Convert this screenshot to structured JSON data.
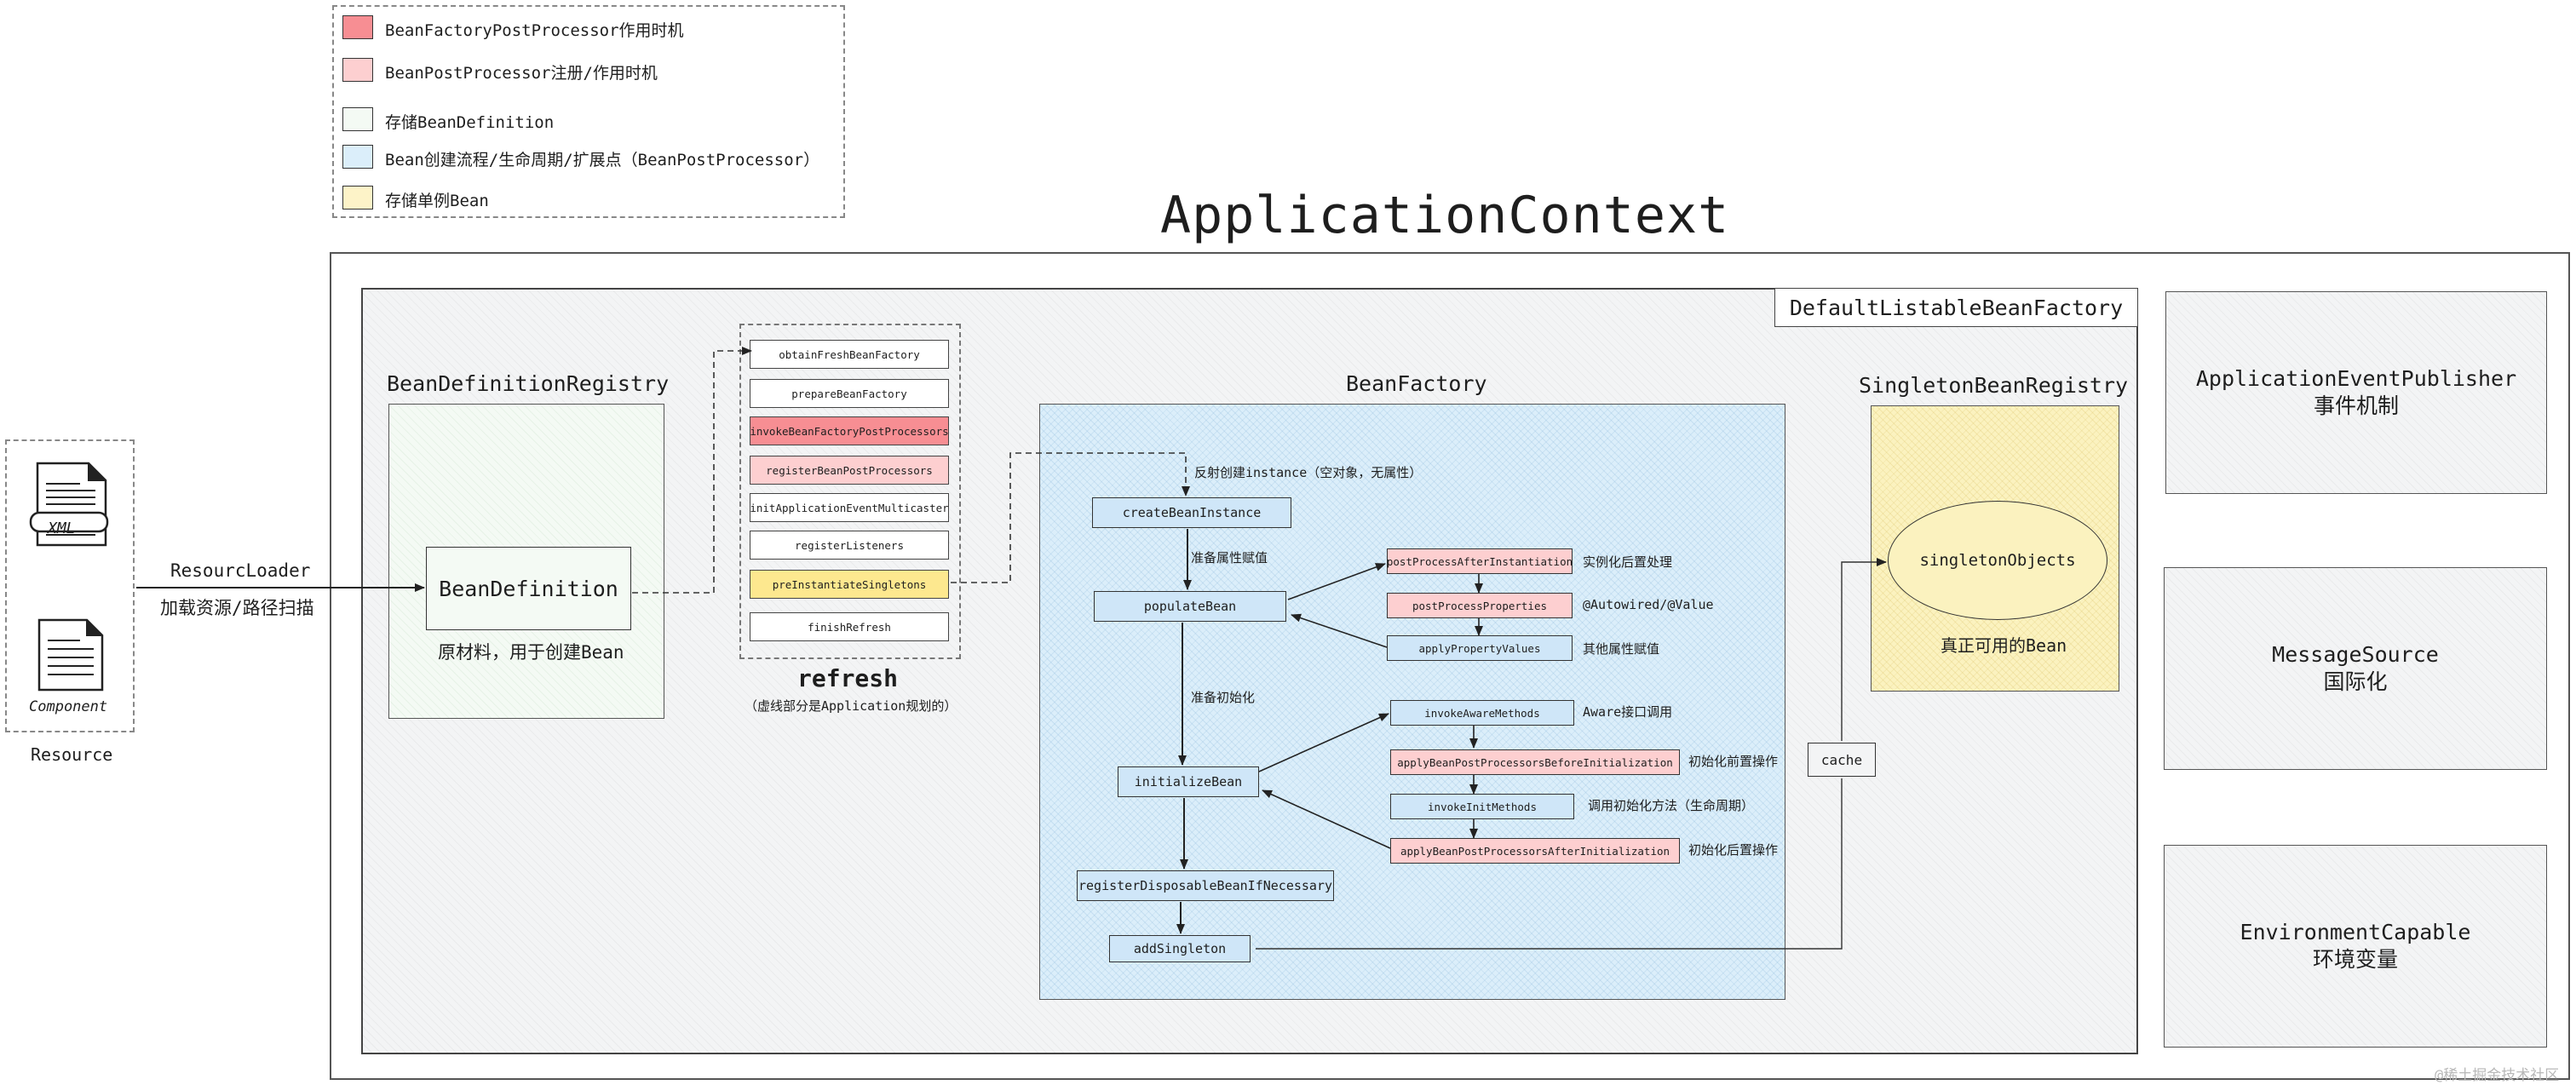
{
  "legend": {
    "items": [
      {
        "color": "#f78e93",
        "label": "BeanFactoryPostProcessor作用时机"
      },
      {
        "color": "#fdcfd0",
        "label": "BeanPostProcessor注册/作用时机"
      },
      {
        "color": "#f4faf4",
        "label": "存储BeanDefinition"
      },
      {
        "color": "#dbeefa",
        "label": "Bean创建流程/生命周期/扩展点（BeanPostProcessor）"
      },
      {
        "color": "#fdf3c8",
        "label": "存储单例Bean"
      }
    ]
  },
  "title": "ApplicationContext",
  "resource": {
    "xml_label": "XML",
    "component_label": "Component",
    "label": "Resource",
    "loader_label": "ResourcLoader",
    "loader_sub": "加载资源/路径扫描"
  },
  "default_factory_label": "DefaultListableBeanFactory",
  "registry": {
    "title": "BeanDefinitionRegistry",
    "bean_definition": "BeanDefinition",
    "caption": "原材料，用于创建Bean"
  },
  "refresh": {
    "title": "refresh",
    "note": "（虚线部分是Application规划的）",
    "steps": [
      {
        "label": "obtainFreshBeanFactory",
        "color": "#ffffff"
      },
      {
        "label": "prepareBeanFactory",
        "color": "#ffffff"
      },
      {
        "label": "invokeBeanFactoryPostProcessors",
        "color": "#f78e93"
      },
      {
        "label": "registerBeanPostProcessors",
        "color": "#fdcfd0"
      },
      {
        "label": "initApplicationEventMulticaster",
        "color": "#ffffff"
      },
      {
        "label": "registerListeners",
        "color": "#ffffff"
      },
      {
        "label": "preInstantiateSingletons",
        "color": "#fde88f"
      },
      {
        "label": "finishRefresh",
        "color": "#ffffff"
      }
    ]
  },
  "bean_factory": {
    "title": "BeanFactory",
    "steps": {
      "create": "createBeanInstance",
      "populate": "populateBean",
      "initialize": "initializeBean",
      "register_disposable": "registerDisposableBeanIfNecessary",
      "add_singleton": "addSingleton"
    },
    "notes": {
      "reflect": "反射创建instance（空对象，无属性）",
      "prepare_props": "准备属性赋值",
      "prepare_init": "准备初始化"
    },
    "populate_ext": [
      {
        "label": "postProcessAfterInstantiation",
        "color": "#fdcfd0",
        "note": "实例化后置处理"
      },
      {
        "label": "postProcessProperties",
        "color": "#fdcfd0",
        "note": "@Autowired/@Value"
      },
      {
        "label": "applyPropertyValues",
        "color": "#cfe6f8",
        "note": "其他属性赋值"
      }
    ],
    "init_ext": [
      {
        "label": "invokeAwareMethods",
        "color": "#cfe6f8",
        "note": "Aware接口调用"
      },
      {
        "label": "applyBeanPostProcessorsBeforeInitialization",
        "color": "#fdcfd0",
        "note": "初始化前置操作"
      },
      {
        "label": "invokeInitMethods",
        "color": "#cfe6f8",
        "note": "调用初始化方法（生命周期）"
      },
      {
        "label": "applyBeanPostProcessorsAfterInitialization",
        "color": "#fdcfd0",
        "note": "初始化后置操作"
      }
    ]
  },
  "singleton_registry": {
    "title": "SingletonBeanRegistry",
    "objects": "singletonObjects",
    "caption": "真正可用的Bean",
    "cache": "cache"
  },
  "side_boxes": [
    {
      "title": "ApplicationEventPublisher",
      "subtitle": "事件机制"
    },
    {
      "title": "MessageSource",
      "subtitle": "国际化"
    },
    {
      "title": "EnvironmentCapable",
      "subtitle": "环境变量"
    }
  ],
  "watermark": "@稀土掘金技术社区"
}
